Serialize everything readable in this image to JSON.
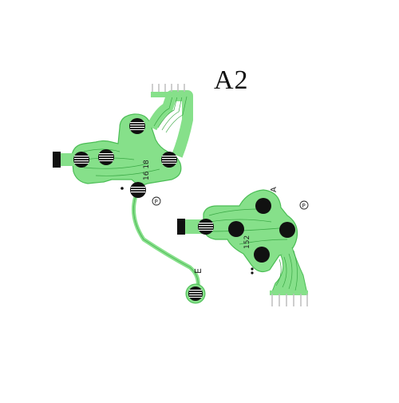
{
  "title": "A2",
  "left_part": {
    "code_label": "16 18",
    "icon_label": "P"
  },
  "right_part": {
    "code_label": "152",
    "letter_label": "A",
    "icon_label": "P"
  },
  "bottom_label": "E",
  "colors": {
    "membrane": "#86e08a",
    "membrane_dark": "#5fc765",
    "trace": "#3aa845",
    "contact": "#111111",
    "connector": "#111111",
    "pin": "#bdbdbd"
  }
}
